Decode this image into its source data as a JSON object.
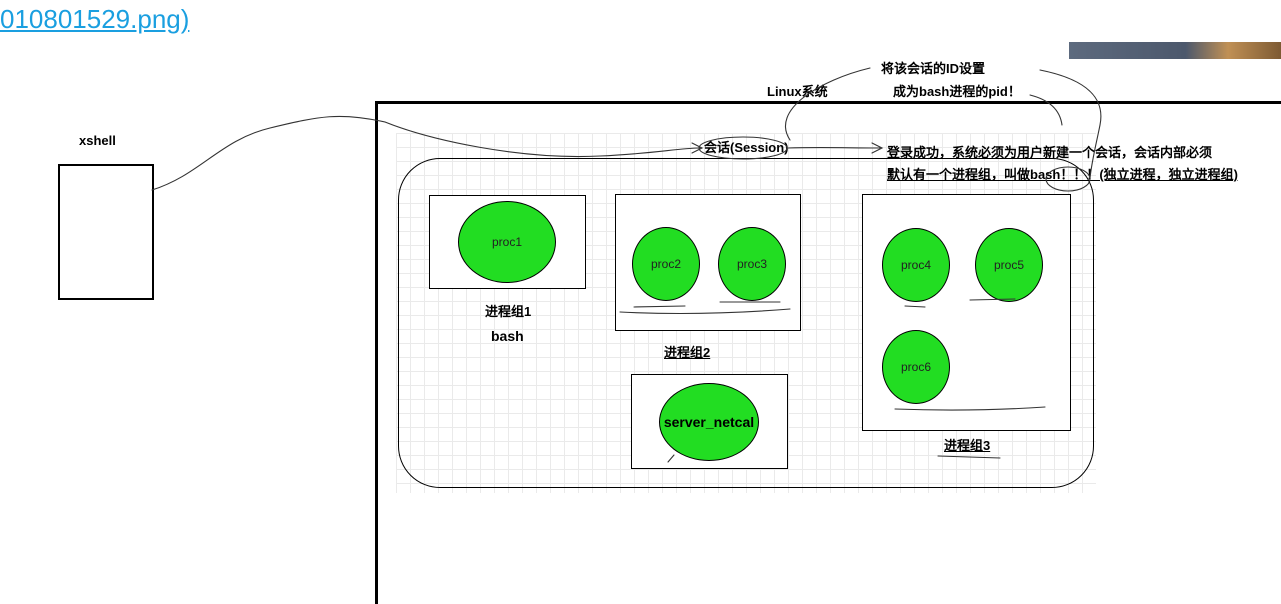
{
  "link": {
    "text": "010801529.png",
    "suffix": ")"
  },
  "labels": {
    "xshell": "xshell",
    "linux": "Linux系统",
    "session": "会话(Session)",
    "note_pid_1": "将该会话的ID设置",
    "note_pid_2": "成为bash进程的pid！",
    "note_login_1": "登录成功，系统必须为用户新建一个会话，会话内部必须",
    "note_login_2": "默认有一个进程组，叫做bash！！！(独立进程，独立进程组)",
    "group1": "进程组1",
    "group1_sub": "bash",
    "group2": "进程组2",
    "group3": "进程组3"
  },
  "processes": {
    "proc1": "proc1",
    "proc2": "proc2",
    "proc3": "proc3",
    "proc4": "proc4",
    "proc5": "proc5",
    "proc6": "proc6",
    "server": "server_netcal"
  },
  "colors": {
    "process_fill": "#22dd22",
    "link": "#1a9fe0"
  }
}
